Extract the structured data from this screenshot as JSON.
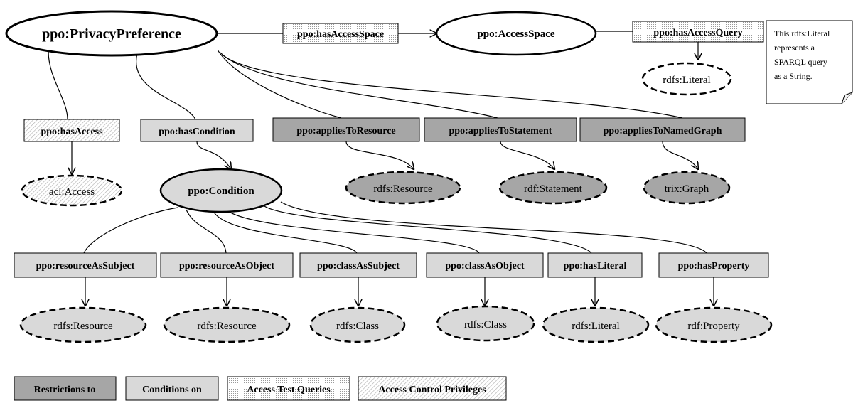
{
  "nodes": {
    "privacy_preference": "ppo:PrivacyPreference",
    "access_space": "ppo:AccessSpace",
    "condition": "ppo:Condition",
    "rdfs_literal": "rdfs:Literal",
    "acl_access": "acl:Access",
    "rdfs_resource": "rdfs:Resource",
    "rdf_statement": "rdf:Statement",
    "trix_graph": "trix:Graph",
    "rdfs_class": "rdfs:Class",
    "rdf_property": "rdf:Property"
  },
  "properties": {
    "has_access_space": "ppo:hasAccessSpace",
    "has_access_query": "ppo:hasAccessQuery",
    "has_access": "ppo:hasAccess",
    "has_condition": "ppo:hasCondition",
    "applies_to_resource": "ppo:appliesToResource",
    "applies_to_statement": "ppo:appliesToStatement",
    "applies_to_named_graph": "ppo:appliesToNamedGraph",
    "resource_as_subject": "ppo:resourceAsSubject",
    "resource_as_object": "ppo:resourceAsObject",
    "class_as_subject": "ppo:classAsSubject",
    "class_as_object": "ppo:classAsObject",
    "has_literal": "ppo:hasLiteral",
    "has_property": "ppo:hasProperty"
  },
  "note": {
    "lines": [
      "This rdfs:Literal",
      "represents a",
      "SPARQL query",
      "as a String.",
      ""
    ]
  },
  "legend": [
    "Restrictions to",
    "Conditions on",
    "Access Test Queries",
    "Access Control Privileges"
  ],
  "colors": {
    "restrictions_fill": "#a6a6a6",
    "conditions_fill": "#d9d9d9",
    "access_test_queries_fill": "dotted",
    "access_control_privileges_fill": "hatched"
  }
}
